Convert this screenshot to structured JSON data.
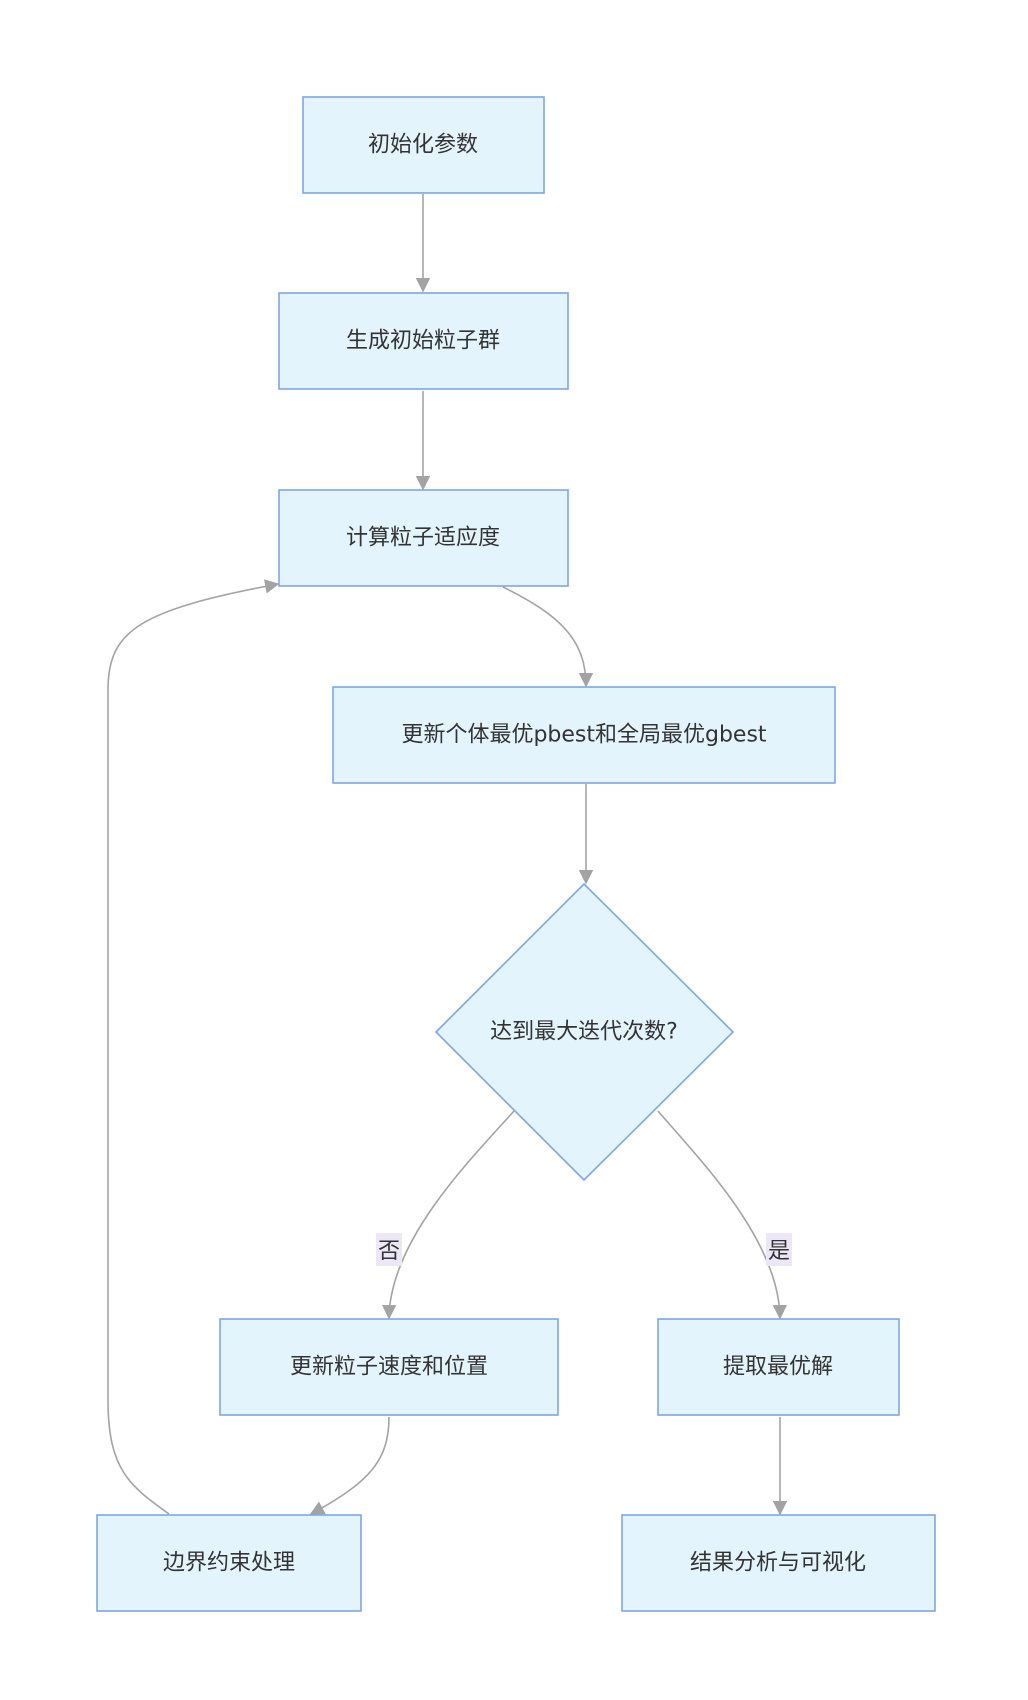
{
  "colors": {
    "node_fill": "#e3f4fc",
    "node_stroke": "#7ea6e6",
    "edge": "#a3a3a3",
    "edge_label_bg": "#ece7f7",
    "text": "#333333"
  },
  "nodes": {
    "init_params": "初始化参数",
    "init_swarm": "生成初始粒子群",
    "compute_fitness": "计算粒子适应度",
    "update_best": "更新个体最优pbest和全局最优gbest",
    "max_iter_check": "达到最大迭代次数?",
    "update_velocity": "更新粒子速度和位置",
    "boundary": "边界约束处理",
    "extract_best": "提取最优解",
    "result_analysis": "结果分析与可视化"
  },
  "edge_labels": {
    "no": "否",
    "yes": "是"
  }
}
